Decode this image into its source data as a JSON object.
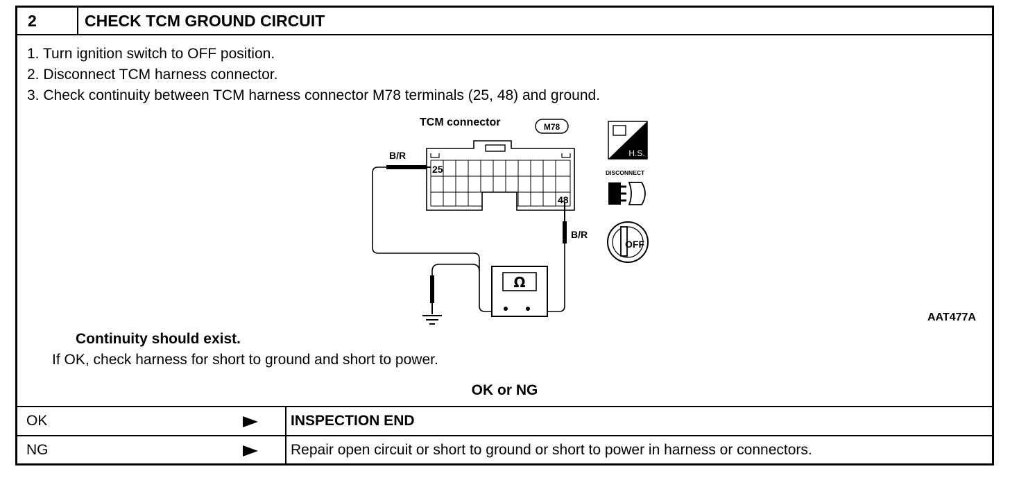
{
  "header": {
    "step_number": "2",
    "title": "CHECK TCM GROUND CIRCUIT"
  },
  "steps": [
    "1.  Turn ignition switch to OFF position.",
    "2.  Disconnect TCM harness connector.",
    "3.  Check continuity between TCM harness connector M78 terminals (25, 48) and ground."
  ],
  "diagram": {
    "connector_label": "TCM connector",
    "connector_id": "M78",
    "terminal_a": "25",
    "terminal_b": "48",
    "wire_color_a": "B/R",
    "wire_color_b": "B/R",
    "meter_symbol": "Ω",
    "icon_hs_text": "H.S.",
    "icon_disconnect_text": "DISCONNECT",
    "icon_off_text": "OFF"
  },
  "figure_code": "AAT477A",
  "spec": "Continuity should exist.",
  "note": "If OK, check harness for short to ground and short to power.",
  "decision": "OK or NG",
  "results": [
    {
      "label": "OK",
      "action": "INSPECTION END"
    },
    {
      "label": "NG",
      "action": "Repair open circuit or short to ground or short to power in harness or connectors."
    }
  ]
}
